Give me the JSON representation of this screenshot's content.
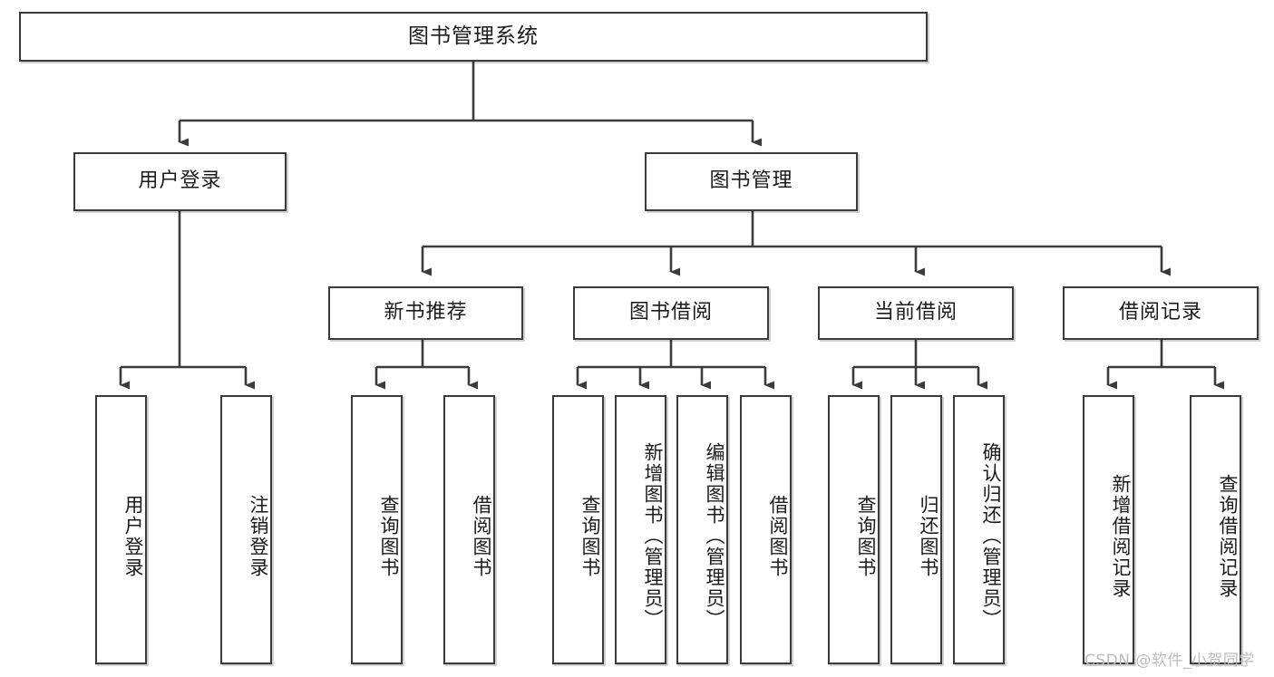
{
  "diagram": {
    "title": "图书管理系统",
    "type": "tree-hierarchy",
    "watermark": "CSDN @软件_小贺同学",
    "line_color": "#3b3b3b",
    "box_fill": "#ffffff",
    "text_color": "#1b1b1b"
  },
  "nodes": {
    "root": {
      "label": "图书管理系统"
    },
    "level2": [
      {
        "label": "用户登录"
      },
      {
        "label": "图书管理"
      }
    ],
    "level3": [
      {
        "label": "新书推荐"
      },
      {
        "label": "图书借阅"
      },
      {
        "label": "当前借阅"
      },
      {
        "label": "借阅记录"
      }
    ],
    "leaves": {
      "user_login": [
        {
          "label": "用户登录"
        },
        {
          "label": "注销登录"
        }
      ],
      "new_book": [
        {
          "label": "查询图书"
        },
        {
          "label": "借阅图书"
        }
      ],
      "book_borrow": [
        {
          "label": "查询图书"
        },
        {
          "label": "新增图书（管理员）"
        },
        {
          "label": "编辑图书（管理员）"
        },
        {
          "label": "借阅图书"
        }
      ],
      "current_borrow": [
        {
          "label": "查询图书"
        },
        {
          "label": "归还图书"
        },
        {
          "label": "确认归还（管理员）"
        }
      ],
      "borrow_record": [
        {
          "label": "新增借阅记录"
        },
        {
          "label": "查询借阅记录"
        }
      ]
    }
  }
}
